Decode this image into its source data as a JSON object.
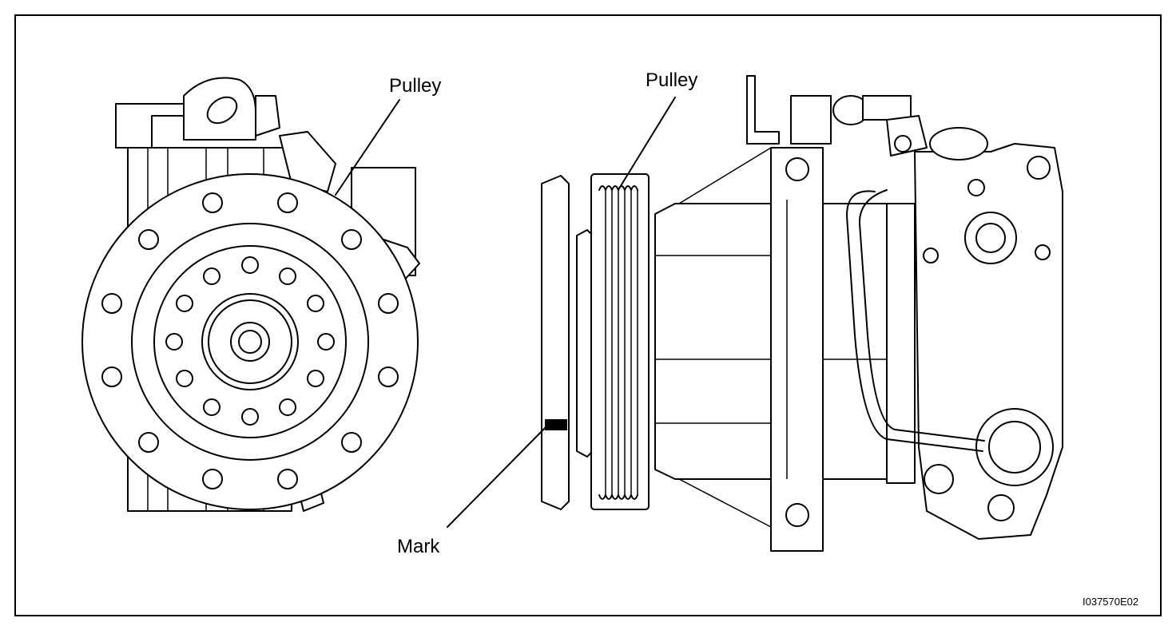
{
  "labels": {
    "pulley_left": "Pulley",
    "pulley_right": "Pulley",
    "mark": "Mark"
  },
  "figure_code": "I037570E02"
}
